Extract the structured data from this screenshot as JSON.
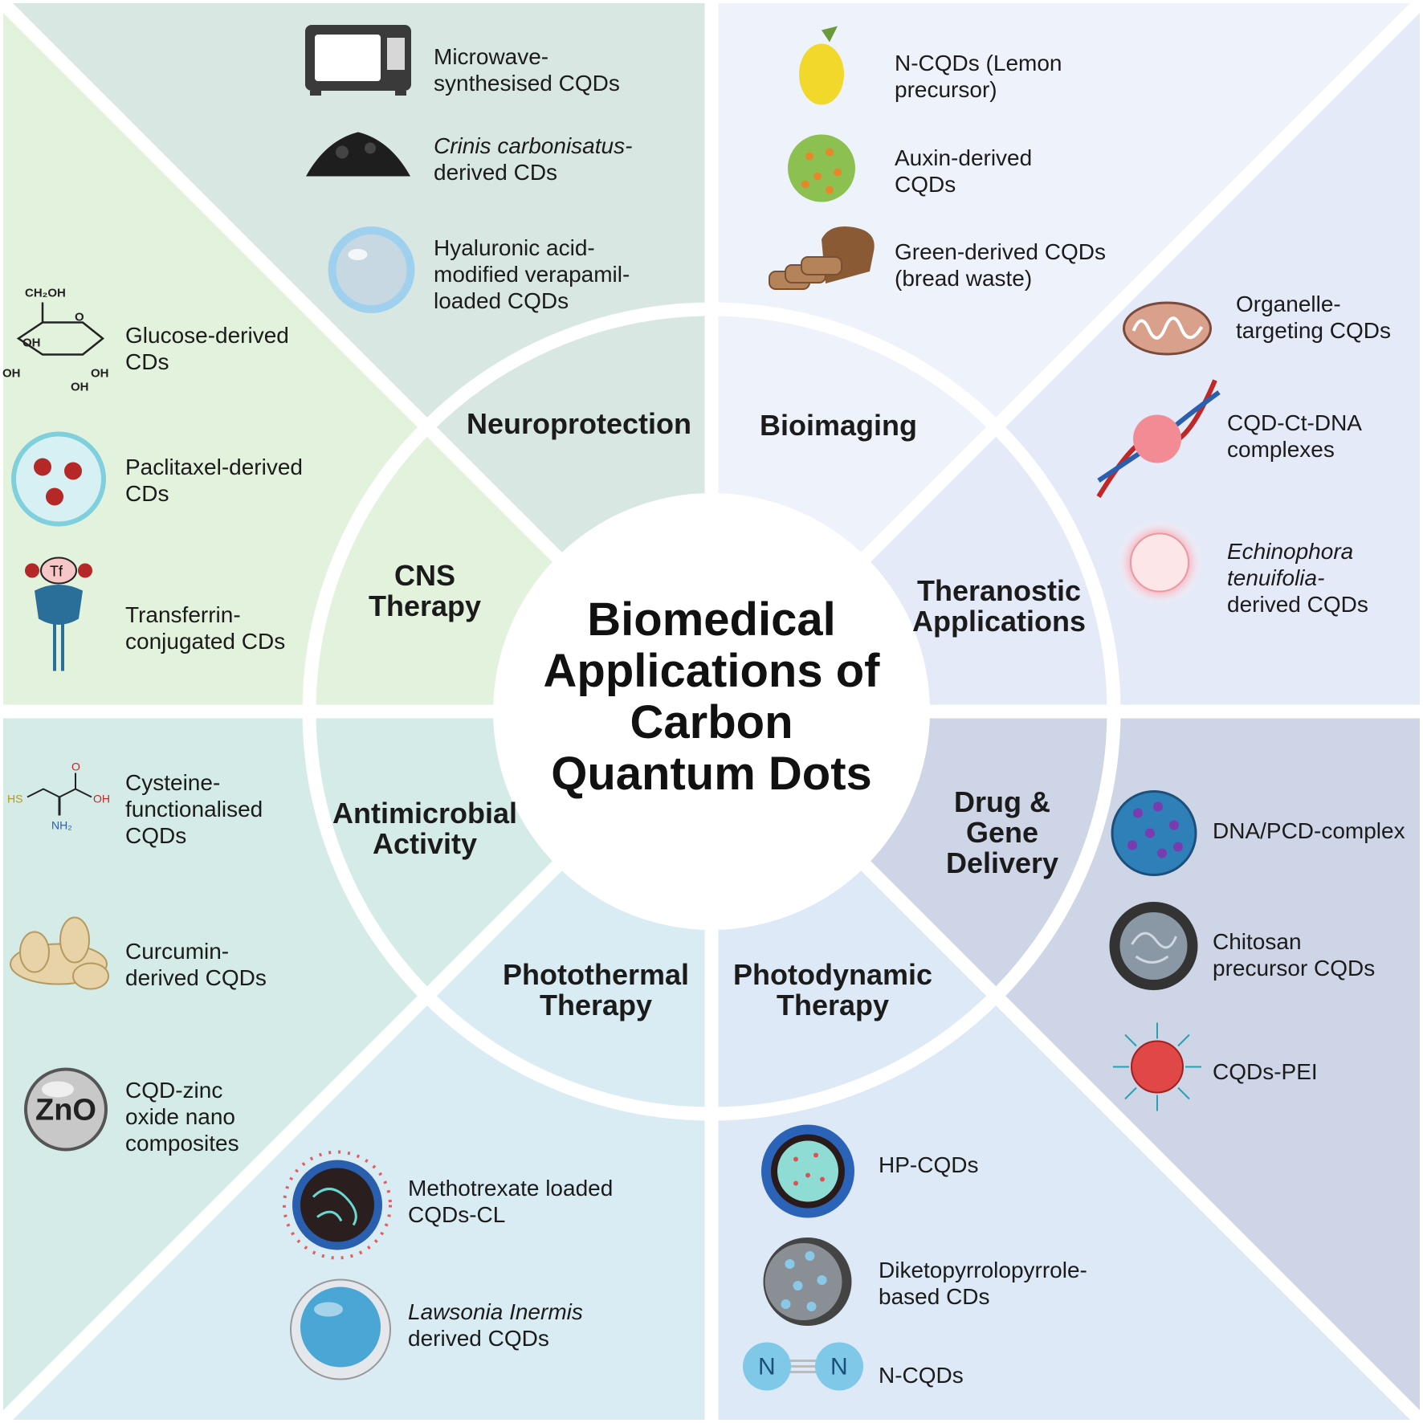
{
  "title": "Biomedical\nApplications of\nCarbon\nQuantum Dots",
  "colors": {
    "neuroprotection": "#d9e7e2",
    "cns": "#e2f2dc",
    "bioimaging": "#eef2fb",
    "theranostic": "#e4eaf8",
    "drug": "#cdd5e6",
    "photodynamic": "#dde9f6",
    "photothermal": "#daecf3",
    "antimicrobial": "#d5ebe7"
  },
  "categories": {
    "neuroprotection": "Neuroprotection",
    "bioimaging": "Bioimaging",
    "cns": "CNS\nTherapy",
    "theranostic": "Theranostic\nApplications",
    "antimicrobial": "Antimicrobial\nActivity",
    "drug": "Drug &\nGene\nDelivery",
    "photothermal": "Photothermal\nTherapy",
    "photodynamic": "Photodynamic\nTherapy"
  },
  "items": [
    {
      "italic": "",
      "text": "Microwave-\nsynthesised CQDs",
      "icon": "microwave-icon",
      "color": "#3a3a3a"
    },
    {
      "italic": "Crinis carbonisatus-",
      "text": "\nderived CDs",
      "icon": "charcoal-icon",
      "color": "#1e1e1e"
    },
    {
      "italic": "",
      "text": "Hyaluronic acid-\nmodified verapamil-\nloaded CQDs",
      "icon": "bubble-icon",
      "color": "#9fd0ee"
    },
    {
      "italic": "",
      "text": "Glucose-derived\nCDs",
      "icon": "glucose-structure-icon",
      "color": "#222222"
    },
    {
      "italic": "",
      "text": "Paclitaxel-derived\nCDs",
      "icon": "polymer-nanoparticle-icon",
      "color": "#7fcfdc"
    },
    {
      "italic": "",
      "text": "Transferrin-\nconjugated CDs",
      "icon": "transferrin-receptor-icon",
      "color": "#2a6e9a"
    },
    {
      "italic": "",
      "text": "N-CQDs (Lemon\nprecursor)",
      "icon": "lemon-icon",
      "color": "#f2d82a"
    },
    {
      "italic": "",
      "text": "Auxin-derived\nCQDs",
      "icon": "auxin-particle-icon",
      "color": "#8cc152"
    },
    {
      "italic": "",
      "text": "Green-derived CQDs\n(bread waste)",
      "icon": "bread-icon",
      "color": "#b5835a"
    },
    {
      "italic": "",
      "text": "Organelle-\ntargeting CQDs",
      "icon": "mitochondria-icon",
      "color": "#d9a08c"
    },
    {
      "italic": "",
      "text": "CQD-Ct-DNA\ncomplexes",
      "icon": "dna-icon",
      "color": "#f28b93"
    },
    {
      "italic": "Echinophora\ntenuifolia-",
      "text": "\nderived CQDs",
      "icon": "glowing-sphere-icon",
      "color": "#f5b5bd"
    },
    {
      "italic": "",
      "text": "DNA/PCD-complex",
      "icon": "dna-pcd-particle-icon",
      "color": "#2f7fb8"
    },
    {
      "italic": "",
      "text": "Chitosan\nprecursor CQDs",
      "icon": "chitosan-particle-icon",
      "color": "#555555"
    },
    {
      "italic": "",
      "text": "CQDs-PEI",
      "icon": "pei-particle-icon",
      "color": "#e04848"
    },
    {
      "italic": "",
      "text": "HP-CQDs",
      "icon": "hp-particle-icon",
      "color": "#2a63b8"
    },
    {
      "italic": "",
      "text": "Diketopyrrolopyrrole-\nbased CDs",
      "icon": "dpp-particle-icon",
      "color": "#8a8f96"
    },
    {
      "italic": "",
      "text": "N-CQDs",
      "icon": "nitrogen-molecule-icon",
      "color": "#7fc8e8"
    },
    {
      "italic": "",
      "text": "Cysteine-\nfunctionalised\nCQDs",
      "icon": "cysteine-structure-icon",
      "color": "#222222"
    },
    {
      "italic": "",
      "text": "Curcumin-\nderived CQDs",
      "icon": "turmeric-root-icon",
      "color": "#e8d2a8"
    },
    {
      "italic": "",
      "text": "CQD-zinc\noxide nano\ncomposites",
      "icon": "zno-sphere-icon",
      "color": "#c8c8c8"
    },
    {
      "italic": "",
      "text": "Methotrexate loaded\nCQDs-CL",
      "icon": "liposome-icon",
      "color": "#2a5fb0"
    },
    {
      "italic": "Lawsonia Inermis",
      "text": "\nderived CQDs",
      "icon": "blue-sphere-icon",
      "color": "#4aa6d4"
    }
  ],
  "icon_text": {
    "zno": "ZnO",
    "tf": "Tf",
    "n": "N"
  }
}
